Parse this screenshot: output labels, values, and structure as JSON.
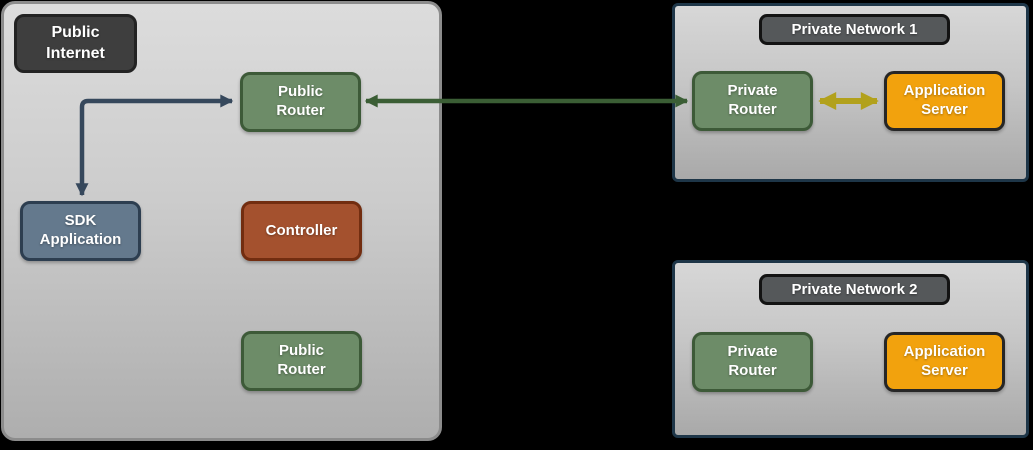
{
  "diagram": {
    "public_internet": {
      "label": "Public Internet",
      "public_router_top": "Public Router",
      "sdk_application": "SDK Application",
      "controller": "Controller",
      "public_router_bottom": "Public Router"
    },
    "private_network_1": {
      "title": "Private Network 1",
      "private_router": "Private Router",
      "application_server": "Application Server"
    },
    "private_network_2": {
      "title": "Private Network 2",
      "private_router": "Private Router",
      "application_server": "Application Server"
    },
    "edges": [
      {
        "from": "Public Router",
        "to": "SDK Application",
        "style": "elbow",
        "bidirectional": true,
        "color": "#36485c"
      },
      {
        "from": "Public Router",
        "to": "Private Router (Private Network 1)",
        "style": "straight",
        "bidirectional": true,
        "color": "#3b5e35"
      },
      {
        "from": "Private Router (Private Network 1)",
        "to": "Application Server (Private Network 1)",
        "style": "straight",
        "bidirectional": true,
        "color": "#b2a11c"
      }
    ],
    "colors": {
      "background": "#000000",
      "zone_fill_top": "#dcdcdc",
      "zone_fill_bottom": "#aeaeae",
      "public_zone_border": "#8c8c8c",
      "private_zone_border": "#1e3648",
      "dark_label_fill": "#3e3e3e",
      "network_title_fill": "#55585a",
      "router_green": "#6d8c68",
      "router_green_border": "#3d5a38",
      "sdk_slate": "#64798d",
      "sdk_slate_border": "#2d3e50",
      "controller_brick": "#a4512e",
      "server_amber": "#f2a20d",
      "arrow_navy": "#36485c",
      "arrow_green": "#3b5e35",
      "arrow_yellow": "#b2a11c"
    }
  }
}
